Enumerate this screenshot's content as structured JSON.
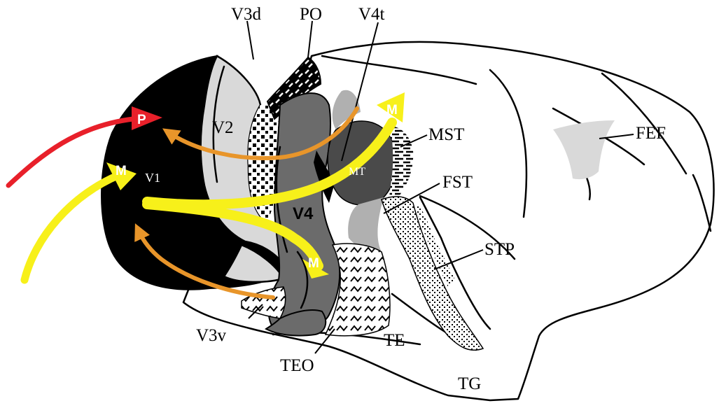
{
  "labels": {
    "v3d": "V3d",
    "po": "PO",
    "v4t": "V4t",
    "v2": "V2",
    "v1": "V1",
    "mst": "MST",
    "mt": "MT",
    "fst": "FST",
    "fef": "FEF",
    "v4": "V4",
    "stp": "STP",
    "v3v": "V3v",
    "te": "TE",
    "teo": "TEO",
    "tg": "TG"
  },
  "markers": {
    "p": "P",
    "m_v1": "M",
    "m_mt": "M",
    "m_v4": "M"
  },
  "colors": {
    "p_pathway": "#e8202a",
    "m_pathway": "#f7f01a",
    "feedback": "#e8952a",
    "v1_fill": "#000000",
    "v2_fill": "#d9d9d9",
    "v4_fill": "#6b6b6b",
    "mt_fill": "#4a4a4a",
    "mst_fill": "#b0b0b0",
    "fef_fill": "#d9d9d9"
  }
}
